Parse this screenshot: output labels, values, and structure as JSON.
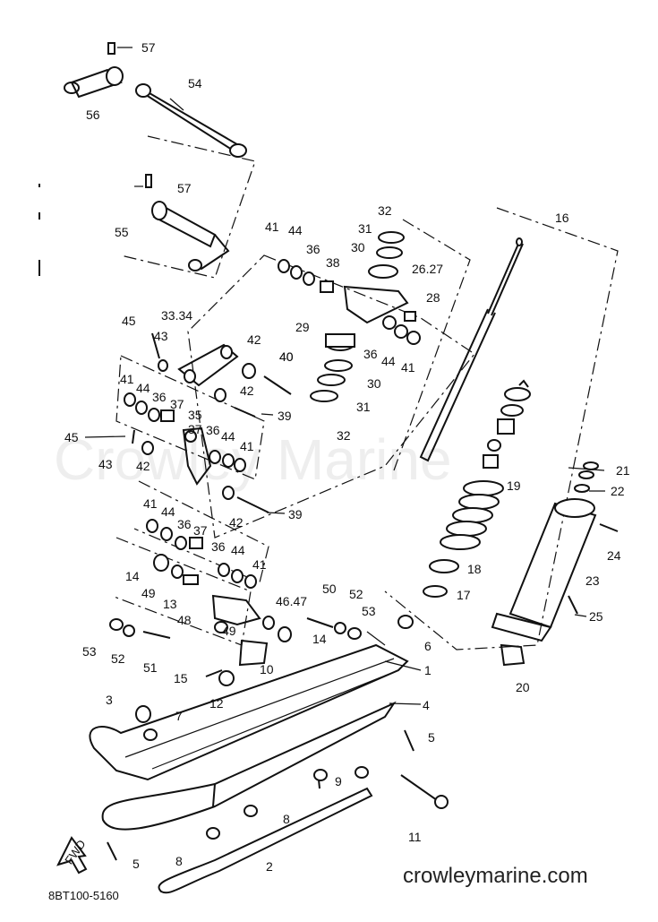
{
  "watermark": "Crowley Marine",
  "site_label": "crowleymarine.com",
  "diagram_code": "8BT100-5160",
  "fwd_arrow": "FWD",
  "callouts": [
    "57",
    "54",
    "56",
    "57",
    "55",
    "33.34",
    "45",
    "43",
    "42",
    "40",
    "41",
    "44",
    "36",
    "37",
    "35",
    "42",
    "39",
    "45",
    "43",
    "42",
    "41",
    "44",
    "36",
    "37",
    "42",
    "39",
    "41",
    "44",
    "36",
    "37",
    "36",
    "44",
    "41",
    "14",
    "49",
    "13",
    "48",
    "46.47",
    "50",
    "52",
    "53",
    "49",
    "14",
    "10",
    "53",
    "52",
    "51",
    "15",
    "12",
    "3",
    "7",
    "9",
    "8",
    "8",
    "2",
    "5",
    "11",
    "32",
    "31",
    "30",
    "26.27",
    "28",
    "41",
    "44",
    "36",
    "38",
    "29",
    "36",
    "44",
    "41",
    "40",
    "30",
    "31",
    "32",
    "16",
    "19",
    "18",
    "17",
    "21",
    "22",
    "24",
    "23",
    "25",
    "20",
    "6",
    "1",
    "4",
    "5"
  ]
}
